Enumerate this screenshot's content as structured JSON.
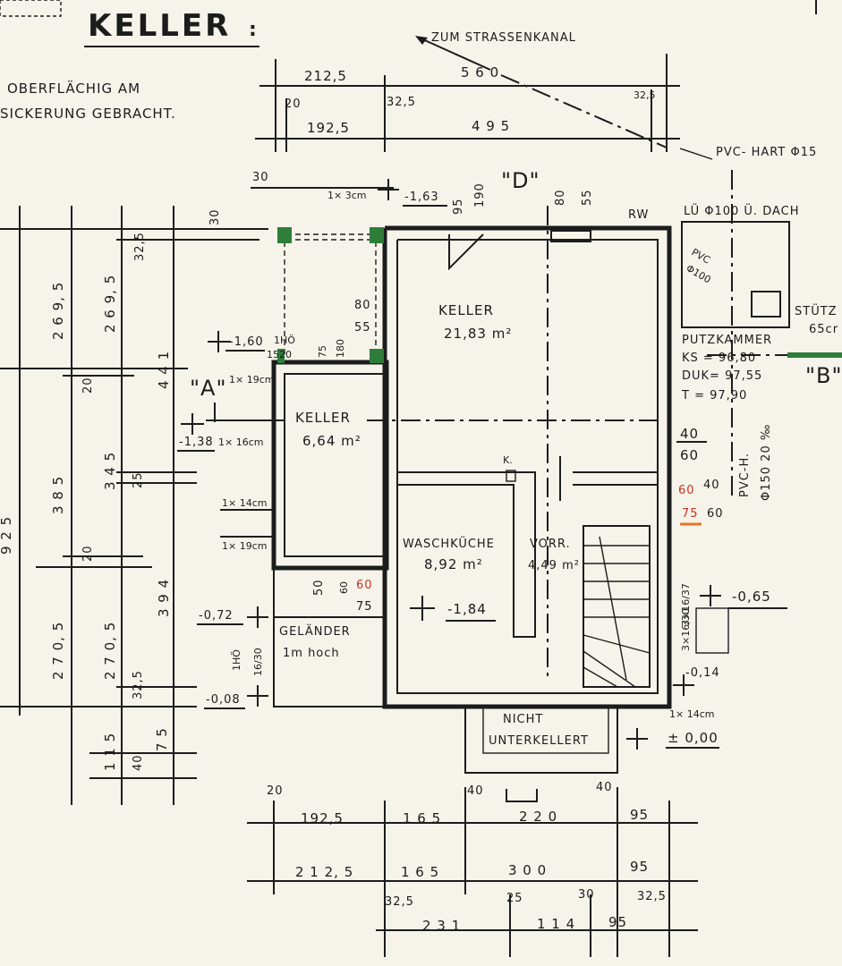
{
  "title": "KELLER",
  "notes": {
    "line1": "OBERFLÄCHIG AM",
    "line2": "SICKERUNG GEBRACHT.",
    "strassenkanal": "ZUM STRASSENKANAL",
    "pvc_hart": "PVC- HART Φ15",
    "rw": "RW",
    "lue": "LÜ Φ100 Ü. DACH",
    "pvc100_a": "PVC",
    "pvc100_b": "Φ100",
    "stuetz": "STÜTZ",
    "stuetz_val": "65cr",
    "putzkammer": "PUTZKAMMER",
    "ks": "KS = 96,80",
    "duk": "DUK= 97,55",
    "t": "T = 97,90",
    "pvc_h": "PVC-H.",
    "pvc_h2": "Φ150 20 ‰",
    "gelaender1": "GELÄNDER",
    "gelaender2": "1m hoch",
    "nicht": "NICHT",
    "unterkellert": "UNTERKELLERT",
    "d_mark": "\"D\"",
    "a_mark": "\"A\"",
    "b_mark": "\"B\"",
    "k_mark": "K."
  },
  "rooms": {
    "keller_large_label": "KELLER",
    "keller_large_area": "21,83 m²",
    "keller_small_label": "KELLER",
    "keller_small_area": "6,64 m²",
    "waschkueche_label": "WASCHKÜCHE",
    "waschkueche_area": "8,92 m²",
    "vorr_label": "VORR.",
    "vorr_area": "4,49 m²"
  },
  "levels": {
    "l163": "-1,63",
    "l160": "-1,60",
    "l138": "-1,38",
    "l072": "-0,72",
    "l008": "-0,08",
    "l184": "-1,84",
    "l065": "-0,65",
    "l014": "-0,14",
    "l000": "± 0,00"
  },
  "openings": {
    "o1x3": "1× 3cm",
    "o1x19a": "1× 19cm",
    "o1x16": "1× 16cm",
    "o1x14a": "1× 14cm",
    "o1x19b": "1× 19cm",
    "o1x14b": "1× 14cm",
    "hoe1": "1HÖ",
    "hoe1v": "1520",
    "hoe2": "1HÖ",
    "hoe2v": "16/30",
    "stair_v1": "3×16/37",
    "stair_v2": "3×16/30"
  },
  "dims_top": {
    "d2125": "212,5",
    "d560": "5 6 0",
    "d20": "20",
    "d325a": "32,5",
    "d325b": "32,5",
    "d1925": "192,5",
    "d495": "4 9 5",
    "d30": "30"
  },
  "dims_left": {
    "d2695a": "2 6 9, 5",
    "d2695b": "2 6 9, 5",
    "d441": "4 4 1",
    "d325": "32,5",
    "d30": "30",
    "d20a": "20",
    "d385": "3 8 5",
    "d345": "3 4 5",
    "d25": "25",
    "d20b": "20",
    "d394": "3 9 4",
    "d2705a": "2 7 0, 5",
    "d2705b": "2 7 0, 5",
    "d325c": "32,5",
    "d115": "1 1 5",
    "d75": "7 5",
    "d40": "40",
    "d925": "9 2 5"
  },
  "dims_inner": {
    "d95": "95",
    "d190": "190",
    "d80a": "80",
    "d55a": "55",
    "d80b": "80",
    "d55b": "55",
    "d75a": "75",
    "d180": "180",
    "d40a": "40",
    "d60a": "60",
    "d60b": "60",
    "d40b": "40",
    "d75b": "75",
    "d60c": "60",
    "d50": "50",
    "d60d": "60",
    "d60e": "60",
    "d75c": "75"
  },
  "dims_bottom": {
    "r1_20": "20",
    "r1_40a": "40",
    "r1_40b": "40",
    "r2_1925": "192,5",
    "r2_165": "1 6 5",
    "r2_220": "2 2 0",
    "r2_95": "95",
    "r3_2125": "2 1 2, 5",
    "r3_165": "1 6 5",
    "r3_300": "3 0 0",
    "r3_95": "95",
    "r4_325a": "32,5",
    "r4_25": "25",
    "r4_30": "30",
    "r4_325b": "32,5",
    "r5_231": "2 3 1",
    "r5_114": "1 1 4",
    "r5_95": "95"
  },
  "colors": {
    "paper": "#f6f3ea",
    "ink": "#1c1c1c",
    "green_marker": "#2e7d3a",
    "red_annotation": "#c8321e"
  }
}
